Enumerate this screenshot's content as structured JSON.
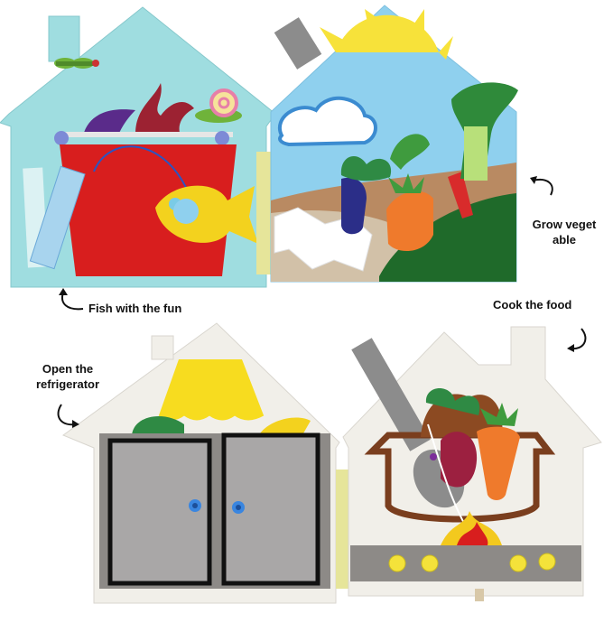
{
  "captions": {
    "fish": "Fish with the fun",
    "grow_line1": "Grow  veget",
    "grow_line2": "able",
    "cook": "Cook the food",
    "open_line1": "Open the",
    "open_line2": "refrigerator"
  },
  "colors": {
    "felt_light_blue": "#9fdde0",
    "felt_sky": "#8fd0ee",
    "felt_white": "#f1efe9",
    "bucket_red": "#d81e1e",
    "fish_yellow": "#f3d21e",
    "sun_yellow": "#f7e23a",
    "door_grey": "#a9a7a7",
    "pot_brown": "#7a3e1e",
    "carrot_orange": "#ef7a2c",
    "leaf_green": "#3f9b3e",
    "ground_brown": "#b98a62",
    "ground_green": "#1f6a2a",
    "button_yellow": "#f4e23a",
    "button_blue": "#3a86e0"
  },
  "icons": [
    "curved-arrow-icon",
    "dragonfly-icon",
    "snail-icon",
    "sun-icon",
    "cloud-icon",
    "fish-icon",
    "flower-button-icon"
  ]
}
